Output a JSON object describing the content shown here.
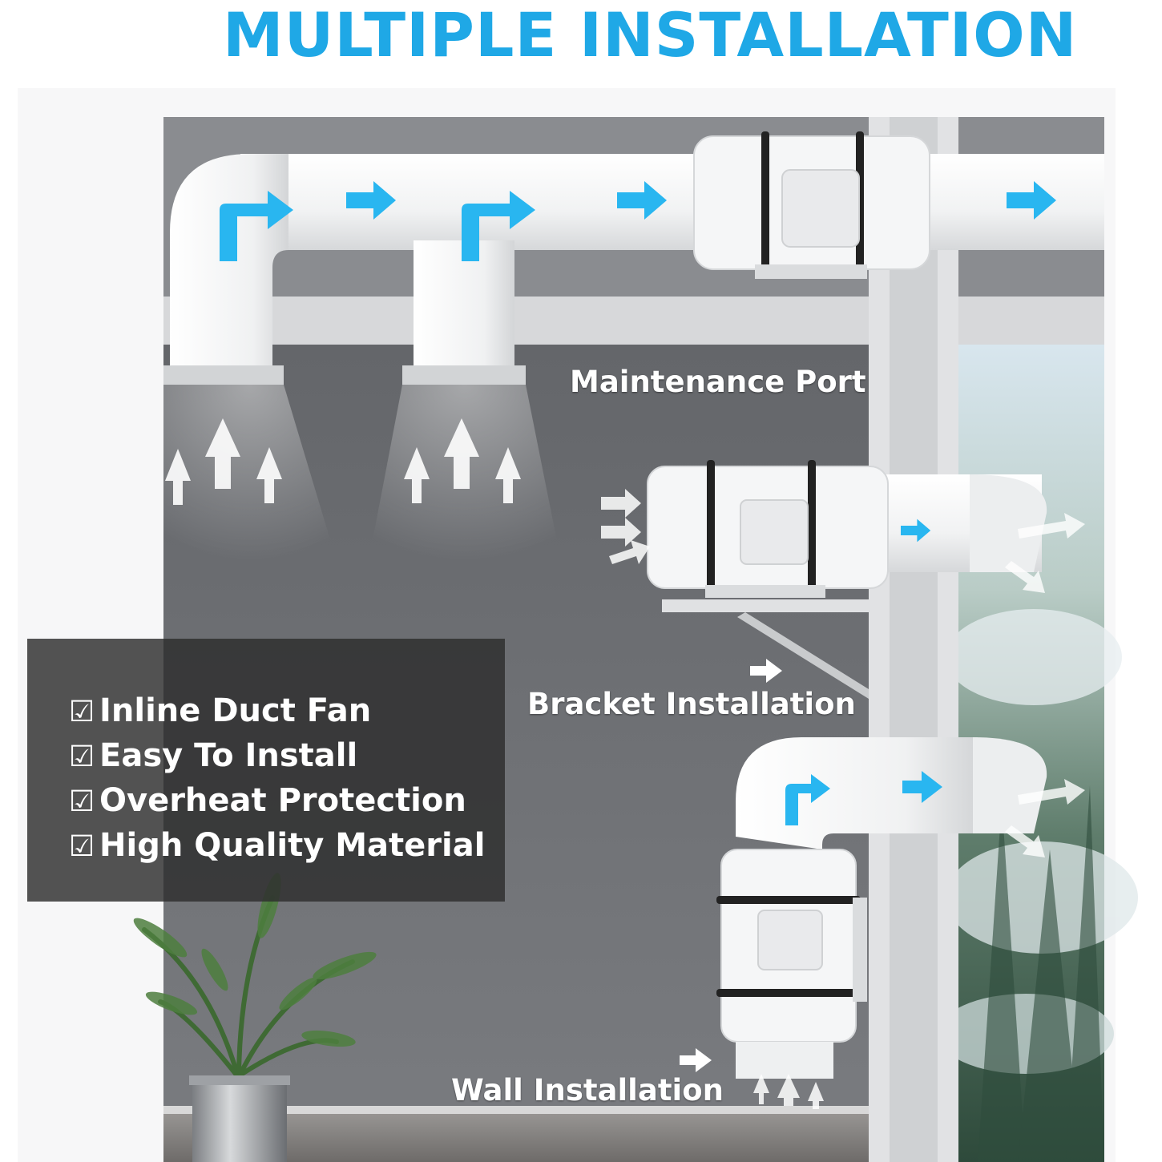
{
  "title": "MULTIPLE INSTALLATION",
  "labels": {
    "maintenance_port": "Maintenance Port",
    "bracket_installation": "Bracket Installation",
    "wall_installation": "Wall Installation"
  },
  "features": [
    {
      "check": "☑",
      "text": "Inline Duct Fan"
    },
    {
      "check": "☑",
      "text": "Easy To Install"
    },
    {
      "check": "☑",
      "text": "Overheat Protection"
    },
    {
      "check": "☑",
      "text": "High Quality Material"
    }
  ],
  "colors": {
    "title": "#1fa8e6",
    "airflow_arrow": "#29b6f0",
    "wall": "#6f7174",
    "pipe": "#f4f5f6",
    "feature_panel": "#2d2d2d"
  },
  "icons": [
    "airflow-arrow-icon",
    "pointer-arrow-icon",
    "check-icon"
  ]
}
